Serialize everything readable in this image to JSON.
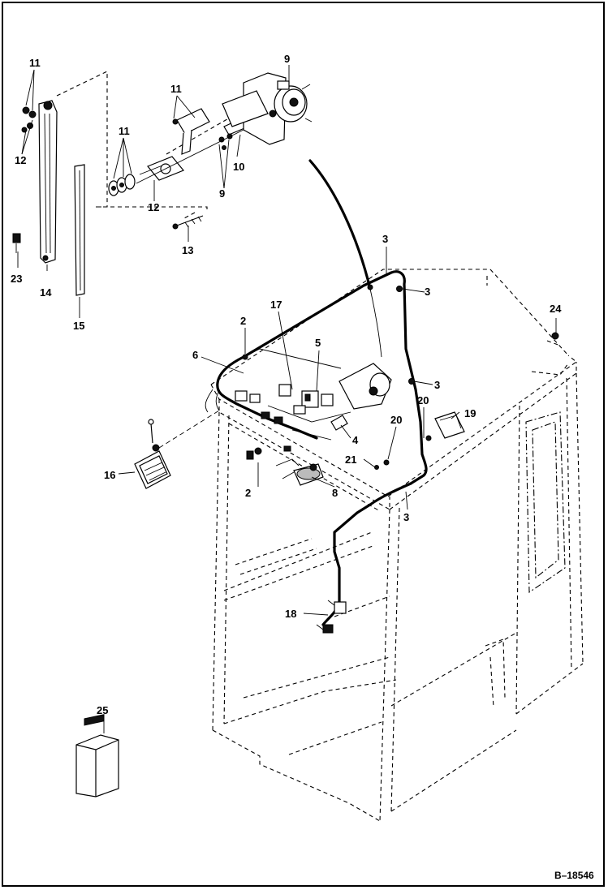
{
  "figure_ref": "B–18546",
  "callouts": {
    "c1": "11",
    "c2": "12",
    "c3": "9",
    "c4": "11",
    "c5": "11",
    "c6": "10",
    "c7": "9",
    "c8": "12",
    "c9": "13",
    "c10": "23",
    "c11": "14",
    "c12": "15",
    "c13": "3",
    "c14": "3",
    "c15": "24",
    "c16": "17",
    "c17": "2",
    "c18": "5",
    "c19": "6",
    "c20": "3",
    "c21": "20",
    "c22": "19",
    "c23": "4",
    "c24": "20",
    "c25": "21",
    "c26": "16",
    "c27": "2",
    "c28": "8",
    "c29": "3",
    "c30": "18",
    "c31": "25"
  }
}
